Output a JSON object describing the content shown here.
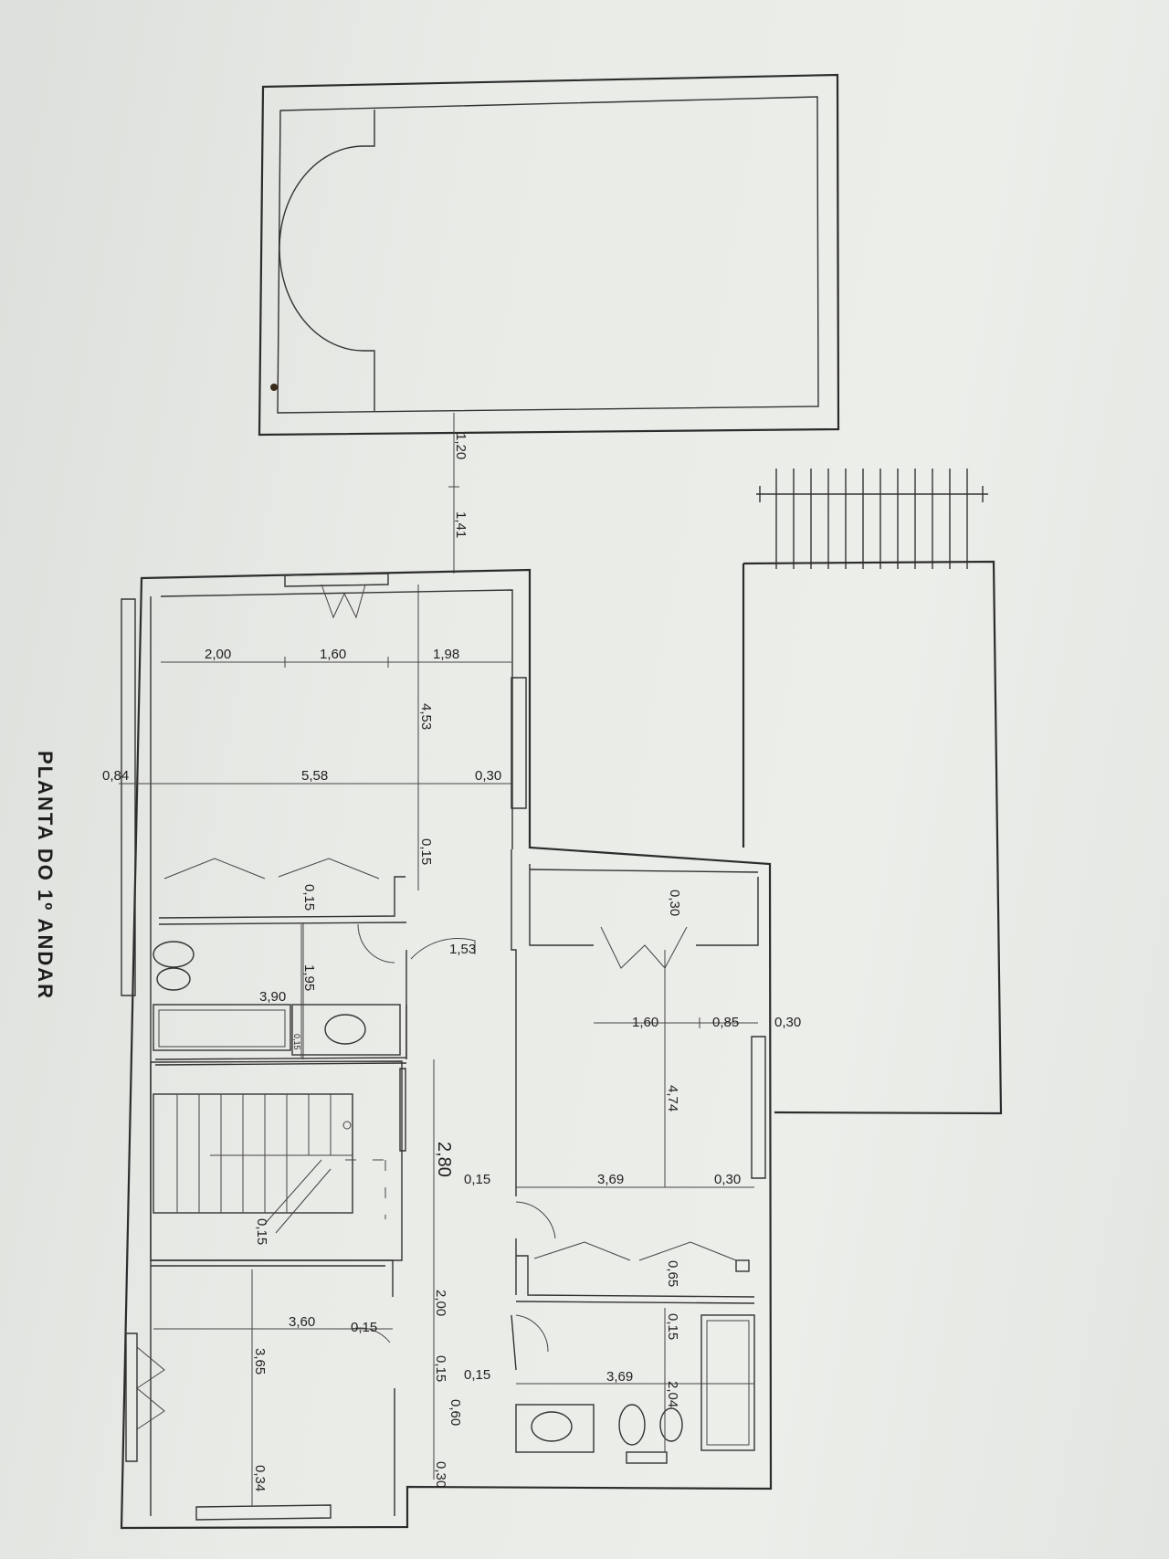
{
  "plan": {
    "title": "PLANTA DO 1º ANDAR",
    "dims": {
      "d_1_20": "1,20",
      "d_1_41": "1,41",
      "d_2_00_a": "2,00",
      "d_1_60_a": "1,60",
      "d_1_98": "1,98",
      "d_4_53": "4,53",
      "d_0_84": "0,84",
      "d_5_58": "5,58",
      "d_0_30_a": "0,30",
      "d_0_15_a": "0,15",
      "d_0_15_b": "0,15",
      "d_1_95": "1,95",
      "d_3_90": "3,90",
      "d_0_15_c": "0,15",
      "d_1_53": "1,53",
      "d_0_30_b": "0,30",
      "d_1_60_b": "1,60",
      "d_0_85": "0,85",
      "d_0_30_c": "0,30",
      "d_4_74": "4,74",
      "d_2_80": "2,80",
      "d_0_15_d": "0,15",
      "d_3_69_a": "3,69",
      "d_0_30_d": "0,30",
      "d_0_15_e": "0,15",
      "d_0_65": "0,65",
      "d_3_60": "3,60",
      "d_0_15_f": "0,15",
      "d_2_00_b": "2,00",
      "d_0_15_g": "0,15",
      "d_3_65": "3,65",
      "d_0_15_h": "0,15",
      "d_0_15_i": "0,15",
      "d_3_69_b": "3,69",
      "d_2_04": "2,04",
      "d_0_60": "0,60",
      "d_0_34": "0,34",
      "d_0_30_e": "0,30"
    }
  }
}
